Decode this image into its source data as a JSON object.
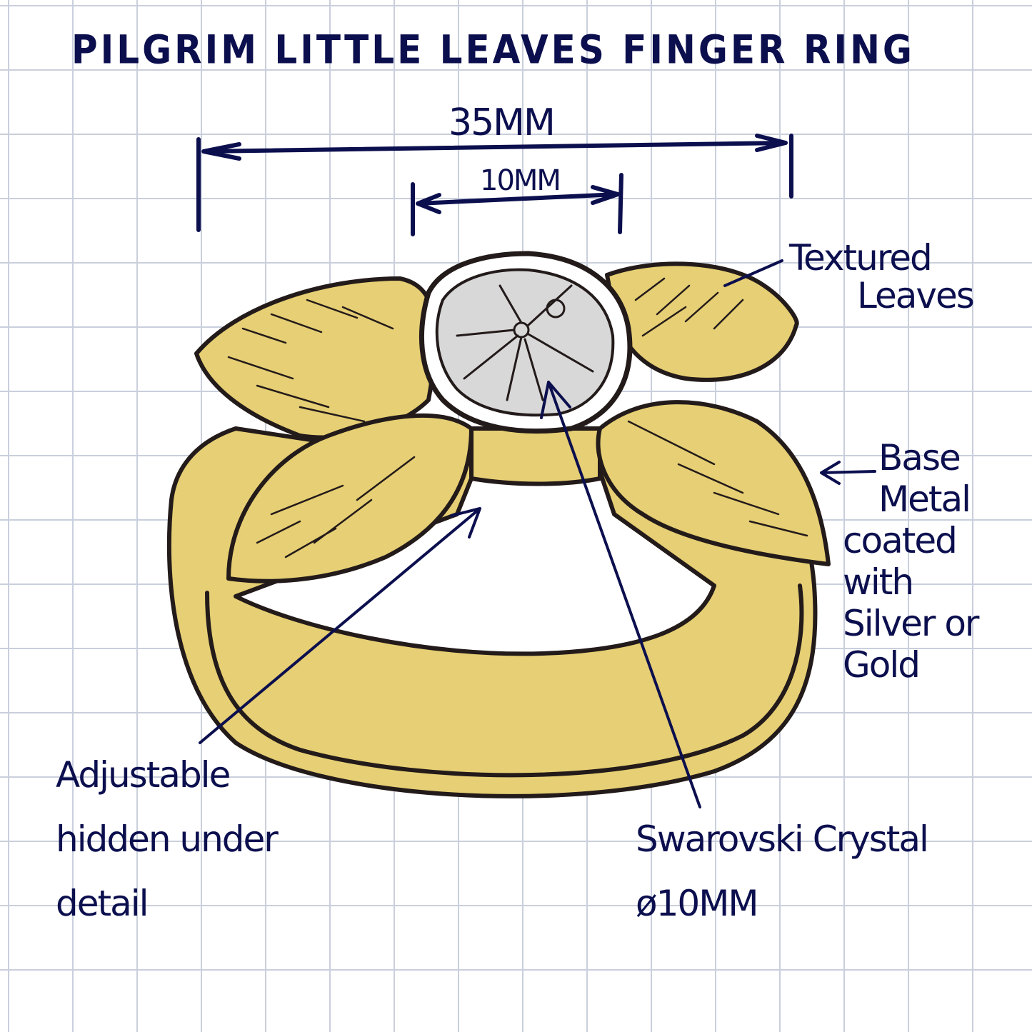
{
  "title": "PILGRIM LITTLE LEAVES FINGER RING",
  "dimensions": {
    "overall": "35MM",
    "crystal": "10MM"
  },
  "annotations": {
    "textured_leaves": [
      "Textured",
      "Leaves"
    ],
    "base_metal": [
      "Base",
      "Metal",
      "coated",
      "with",
      "Silver or",
      "Gold"
    ],
    "adjustable": [
      "Adjustable",
      "hidden under",
      "detail"
    ],
    "crystal": [
      "Swarovski Crystal",
      "ø10MM"
    ]
  },
  "colors": {
    "ink": "#0c0f4e",
    "outline": "#231a1a",
    "gold": "#e6cf74",
    "crystal": "#d8d8d8",
    "grid": "#c9cfdc"
  }
}
